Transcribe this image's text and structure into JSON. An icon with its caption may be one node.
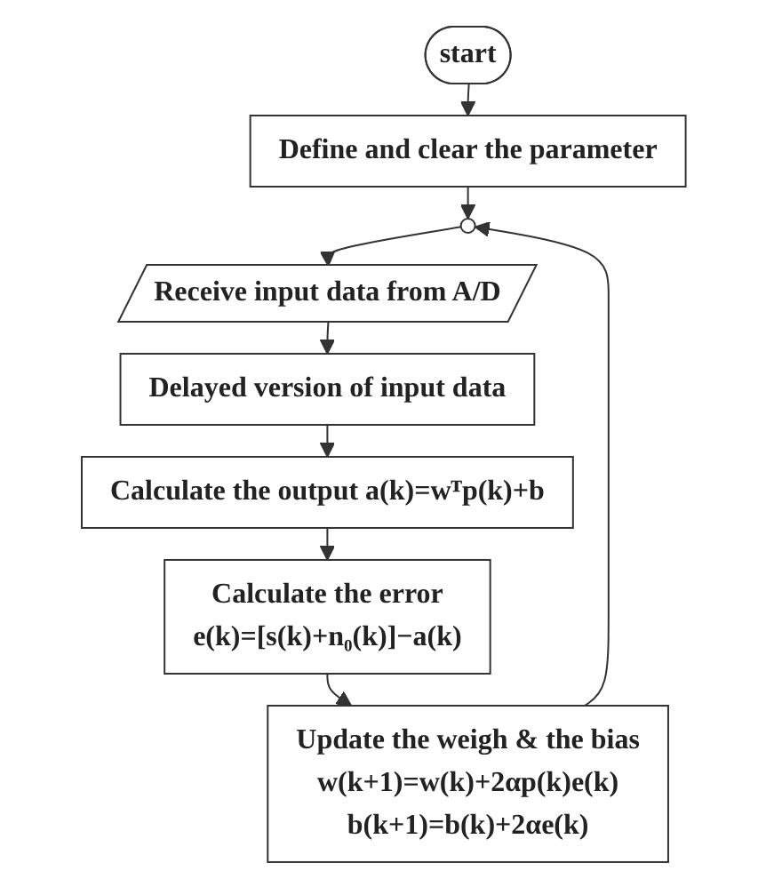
{
  "diagram": {
    "nodes": [
      {
        "text": [
          "start"
        ]
      },
      {
        "text": [
          "Define and clear the parameter"
        ]
      },
      {
        "text": [],
        "shape": "circle"
      },
      {
        "text": [
          "Receive input data from A/D"
        ]
      },
      {
        "text": [
          "Delayed version of input data"
        ]
      },
      {
        "text": [
          "Calculate the output a(k)=wᵀp(k)+b"
        ]
      },
      {
        "text": [
          "Calculate the error",
          "e(k)=[s(k)+n₀(k)]−a(k)"
        ]
      },
      {
        "text": [
          "Update the weigh & the bias",
          "w(k+1)=w(k)+2αp(k)e(k)",
          "b(k+1)=b(k)+2αe(k)"
        ]
      }
    ],
    "edges": [
      {
        "from": 0,
        "to": 1,
        "arrow": "to"
      },
      {
        "from": 1,
        "to": 2,
        "arrow": "to"
      },
      {
        "from": 2,
        "to": 3,
        "arrow": "to"
      },
      {
        "from": 3,
        "to": 4,
        "arrow": "to"
      },
      {
        "from": 4,
        "to": 5,
        "arrow": "to"
      },
      {
        "from": 5,
        "to": 6,
        "arrow": "to"
      },
      {
        "from": 6,
        "to": 7,
        "arrow": "to"
      },
      {
        "from": 7,
        "to": 2,
        "arrow": "to"
      }
    ]
  }
}
